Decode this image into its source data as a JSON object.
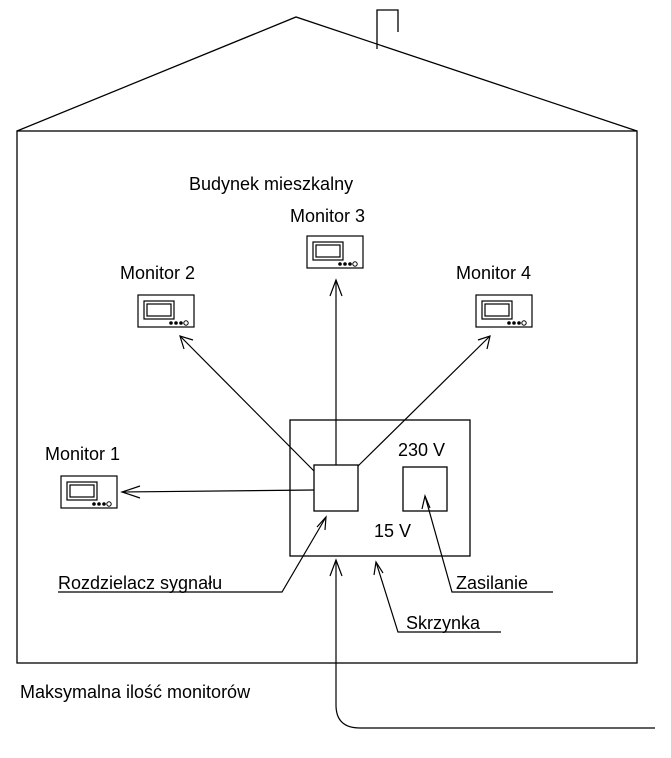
{
  "building": {
    "label": "Budynek mieszkalny"
  },
  "monitors": [
    {
      "id": "monitor-1",
      "label": "Monitor 1"
    },
    {
      "id": "monitor-2",
      "label": "Monitor 2"
    },
    {
      "id": "monitor-3",
      "label": "Monitor 3"
    },
    {
      "id": "monitor-4",
      "label": "Monitor 4"
    }
  ],
  "box": {
    "voltage_in": "230 V",
    "voltage_out": "15 V",
    "splitter_label": "Rozdzielacz sygnału",
    "power_label": "Zasilanie",
    "enclosure_label": "Skrzynka"
  },
  "footer": {
    "caption": "Maksymalna ilość monitorów"
  }
}
